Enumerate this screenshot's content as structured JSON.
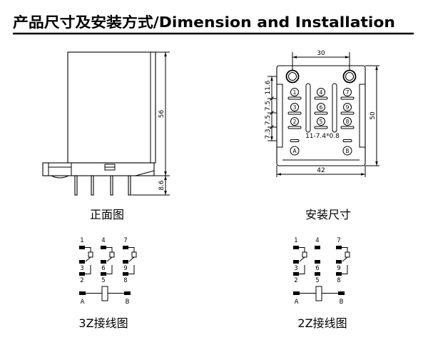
{
  "header": {
    "title": "产品尺寸及安装方式/Dimension and  Installation"
  },
  "front_view": {
    "caption": "正面图",
    "dim_height": "56",
    "dim_pin": "8.6"
  },
  "mount_view": {
    "caption": "安装尺寸",
    "dim_top": "30",
    "dim_right": "50",
    "dim_bottom": "42",
    "dim_left": [
      "11.6",
      "7.5",
      "7.5",
      "7.3"
    ],
    "hole_spec": "11-7.4*0.8",
    "pin_rows": [
      [
        "1",
        "4",
        "7"
      ],
      [
        "3",
        "6",
        "9"
      ],
      [
        "2",
        "5",
        "8"
      ]
    ],
    "coil_pins": [
      "A",
      "B"
    ]
  },
  "wiring_3z": {
    "caption": "3Z接线图",
    "columns": [
      {
        "top": "1",
        "mid": "3",
        "bottom": "2"
      },
      {
        "top": "4",
        "mid": "6",
        "bottom": "5"
      },
      {
        "top": "7",
        "mid": "9",
        "bottom": "8"
      }
    ],
    "coil": [
      "A",
      "B"
    ]
  },
  "wiring_2z": {
    "caption": "2Z接线图",
    "columns": [
      {
        "top": "1",
        "mid": "3",
        "bottom": "2"
      },
      {
        "top": "4",
        "mid": "6",
        "bottom": "5"
      },
      {
        "top": "7",
        "mid": "9",
        "bottom": "8"
      }
    ],
    "coil": [
      "A",
      "B"
    ]
  }
}
